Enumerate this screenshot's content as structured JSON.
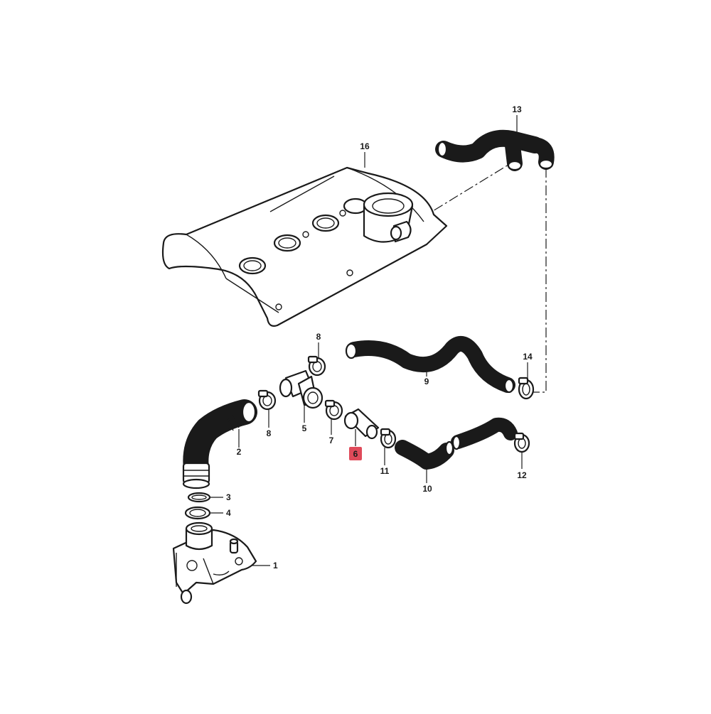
{
  "diagram": {
    "colors": {
      "line": "#1a1a1a",
      "fill": "#ffffff",
      "highlight": "#e04a5a"
    },
    "highlighted": "6",
    "callouts": [
      {
        "id": "c1",
        "label": "1"
      },
      {
        "id": "c2",
        "label": "2"
      },
      {
        "id": "c3",
        "label": "3"
      },
      {
        "id": "c4",
        "label": "4"
      },
      {
        "id": "c5",
        "label": "5"
      },
      {
        "id": "c6",
        "label": "6"
      },
      {
        "id": "c7",
        "label": "7"
      },
      {
        "id": "c8a",
        "label": "8"
      },
      {
        "id": "c8b",
        "label": "8"
      },
      {
        "id": "c9",
        "label": "9"
      },
      {
        "id": "c10",
        "label": "10"
      },
      {
        "id": "c11",
        "label": "11"
      },
      {
        "id": "c12",
        "label": "12"
      },
      {
        "id": "c13",
        "label": "13"
      },
      {
        "id": "c14",
        "label": "14"
      },
      {
        "id": "c16",
        "label": "16"
      }
    ]
  }
}
